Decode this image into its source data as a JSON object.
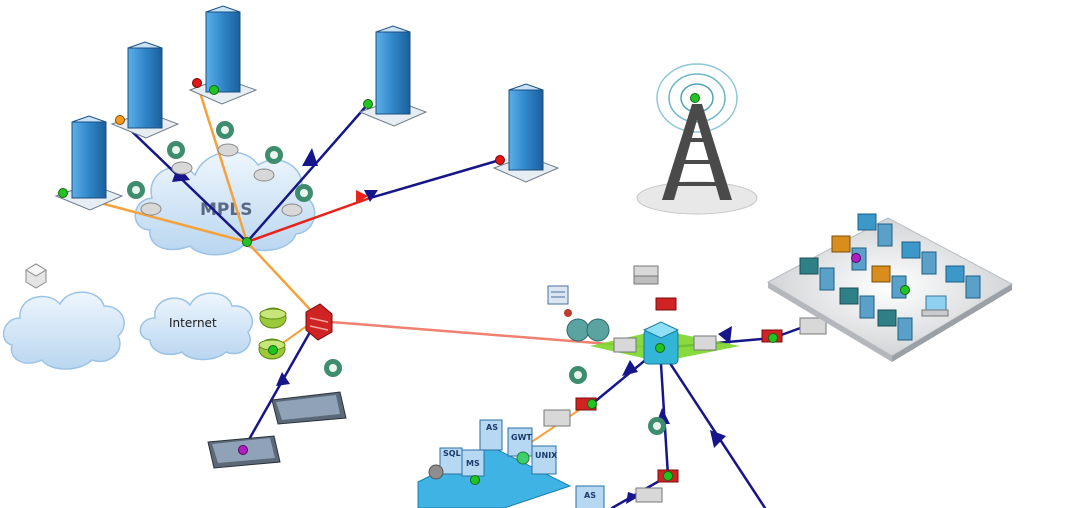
{
  "diagram": {
    "labels": {
      "mpls": "MPLS",
      "internet": "Internet",
      "apps": [
        "SQL",
        "MS",
        "AS",
        "GWT",
        "UNIX"
      ],
      "apps2": [
        "AS"
      ]
    },
    "colors": {
      "wan_link": "#16168a",
      "lan_link": "#f5a23c",
      "alert_link": "#e8231c",
      "internet_link": "#f08070",
      "status_ok": "#22c422",
      "status_alert": "#e01818",
      "status_warn": "#f59a1a",
      "status_info": "#b020c0",
      "cloud": "#cfe3f5",
      "building": "#2f86c8"
    },
    "icons": [
      "office-building-icon",
      "mpls-cloud-icon",
      "internet-cloud-icon",
      "cloud-icon",
      "radio-tower-icon",
      "router-icon",
      "firewall-icon",
      "core-switch-icon",
      "laptop-icon",
      "workstation-icon",
      "server-rack-icon",
      "application-servers-icon",
      "shield-icon",
      "monitor-icon"
    ]
  }
}
